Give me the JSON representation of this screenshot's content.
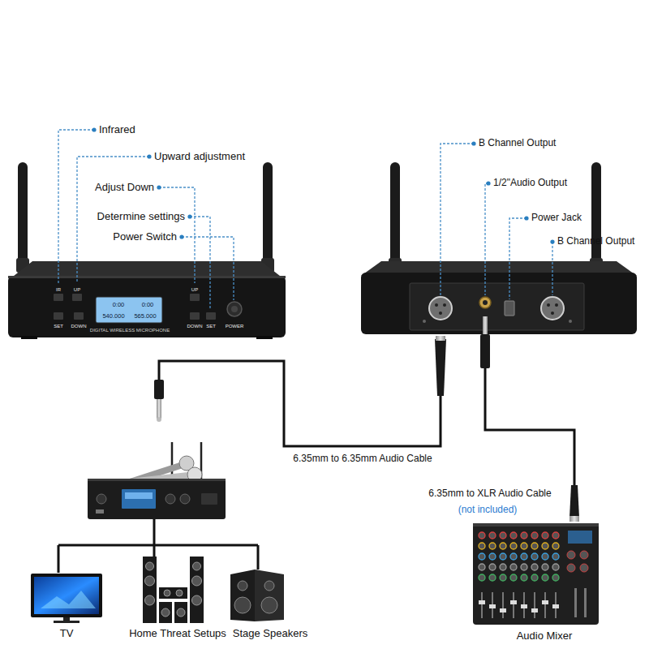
{
  "diagram": {
    "nodes": [
      {
        "text": [
          "TV"
        ]
      },
      {
        "text": [
          "Home Threat Setups"
        ]
      },
      {
        "text": [
          "Stage Speakers"
        ]
      },
      {
        "text": [
          "Audio Mixer"
        ]
      }
    ],
    "labels": [
      "Infrared",
      "Upward adjustment",
      "Adjust Down",
      "Determine settings",
      "Power Switch",
      "B Channel Output",
      "1/2\"Audio Output",
      "Power Jack",
      "B Channel Output",
      "6.35mm to 6.35mm Audio Cable",
      "6.35mm to XLR Audio Cable",
      "(not included)",
      "IR",
      "UP",
      "SET",
      "DOWN",
      "UP",
      "DOWN",
      "SET",
      "POWER",
      "DIGITAL WIRELESS MICROPHONE",
      "0:00",
      "0:00",
      "540.000",
      "565.000"
    ]
  }
}
